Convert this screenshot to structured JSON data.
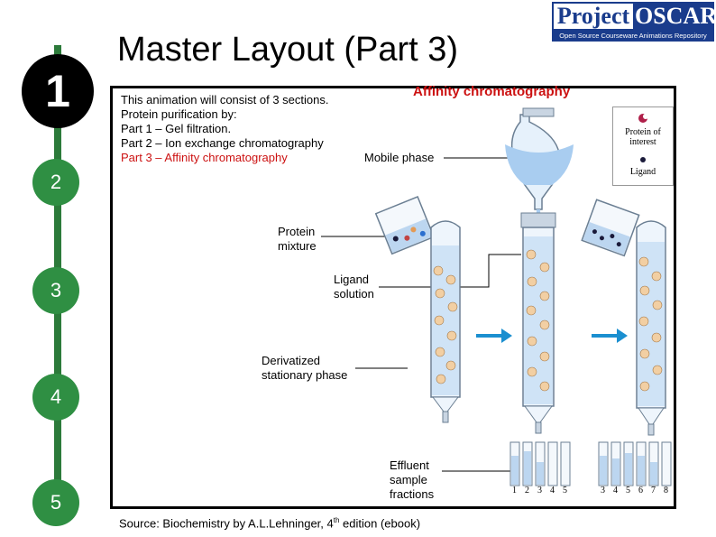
{
  "title": "Master Layout (Part 3)",
  "steps": [
    "1",
    "2",
    "3",
    "4",
    "5"
  ],
  "logo": {
    "word1": "Project",
    "word2": "OSCAR",
    "subtitle": "Open Source Courseware Animations Repository"
  },
  "intro": {
    "line1": "This animation will consist of 3 sections.",
    "line2": "Protein purification by:",
    "line3": "Part 1 – Gel filtration.",
    "line4": "Part 2 – Ion exchange chromatography",
    "line5": "Part 3 – Affinity chromatography"
  },
  "heading": "Affinity chromatography",
  "legend": {
    "protein": "Protein of interest",
    "ligand": "Ligand"
  },
  "labels": {
    "mobile_phase": "Mobile phase",
    "protein_mixture": "Protein mixture",
    "ligand_solution": "Ligand solution",
    "stationary_phase": "Derivatized stationary phase",
    "effluent": "Effluent sample fractions"
  },
  "fractions_left": [
    "1",
    "2",
    "3",
    "4",
    "5"
  ],
  "fractions_right": [
    "3",
    "4",
    "5",
    "6",
    "7",
    "8"
  ],
  "source": {
    "text": "Source: Biochemistry by A.L.Lehninger, 4",
    "sup": "th",
    "tail": " edition (ebook)"
  },
  "colors": {
    "step_green": "#2f8f43",
    "heading_red": "#cc1111",
    "arrow_blue": "#1b8fd0",
    "logo_blue": "#1a3c8c"
  }
}
